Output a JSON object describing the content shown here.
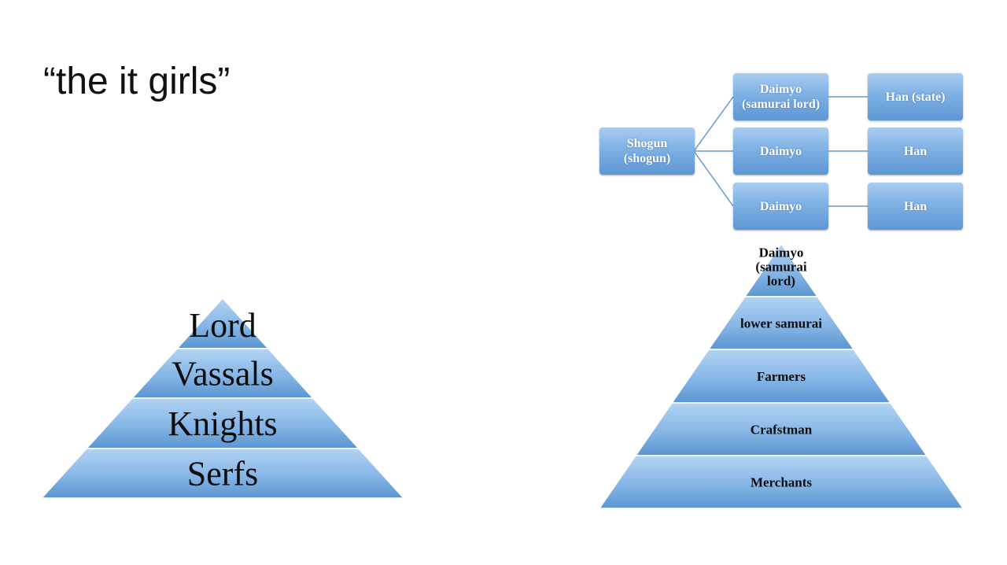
{
  "slide": {
    "title": "“the it girls”"
  },
  "feudal_pyramid": {
    "levels": [
      "Lord",
      "Vassals",
      "Knights",
      "Serfs"
    ]
  },
  "japan_hierarchy": {
    "root": "Shogun\n(shogun)",
    "rows": [
      {
        "daimyo": "Daimyo\n(samurai lord)",
        "han": "Han (state)"
      },
      {
        "daimyo": "Daimyo",
        "han": "Han"
      },
      {
        "daimyo": "Daimyo",
        "han": "Han"
      }
    ]
  },
  "japan_pyramid": {
    "levels": [
      "Daimyo\n(samurai\nlord)",
      "lower samurai",
      "Farmers",
      "Crafstman",
      "Merchants"
    ]
  },
  "colors": {
    "box_top": "#a9cdf2",
    "box_bottom": "#5d97d4",
    "text_light": "#ffffff"
  }
}
